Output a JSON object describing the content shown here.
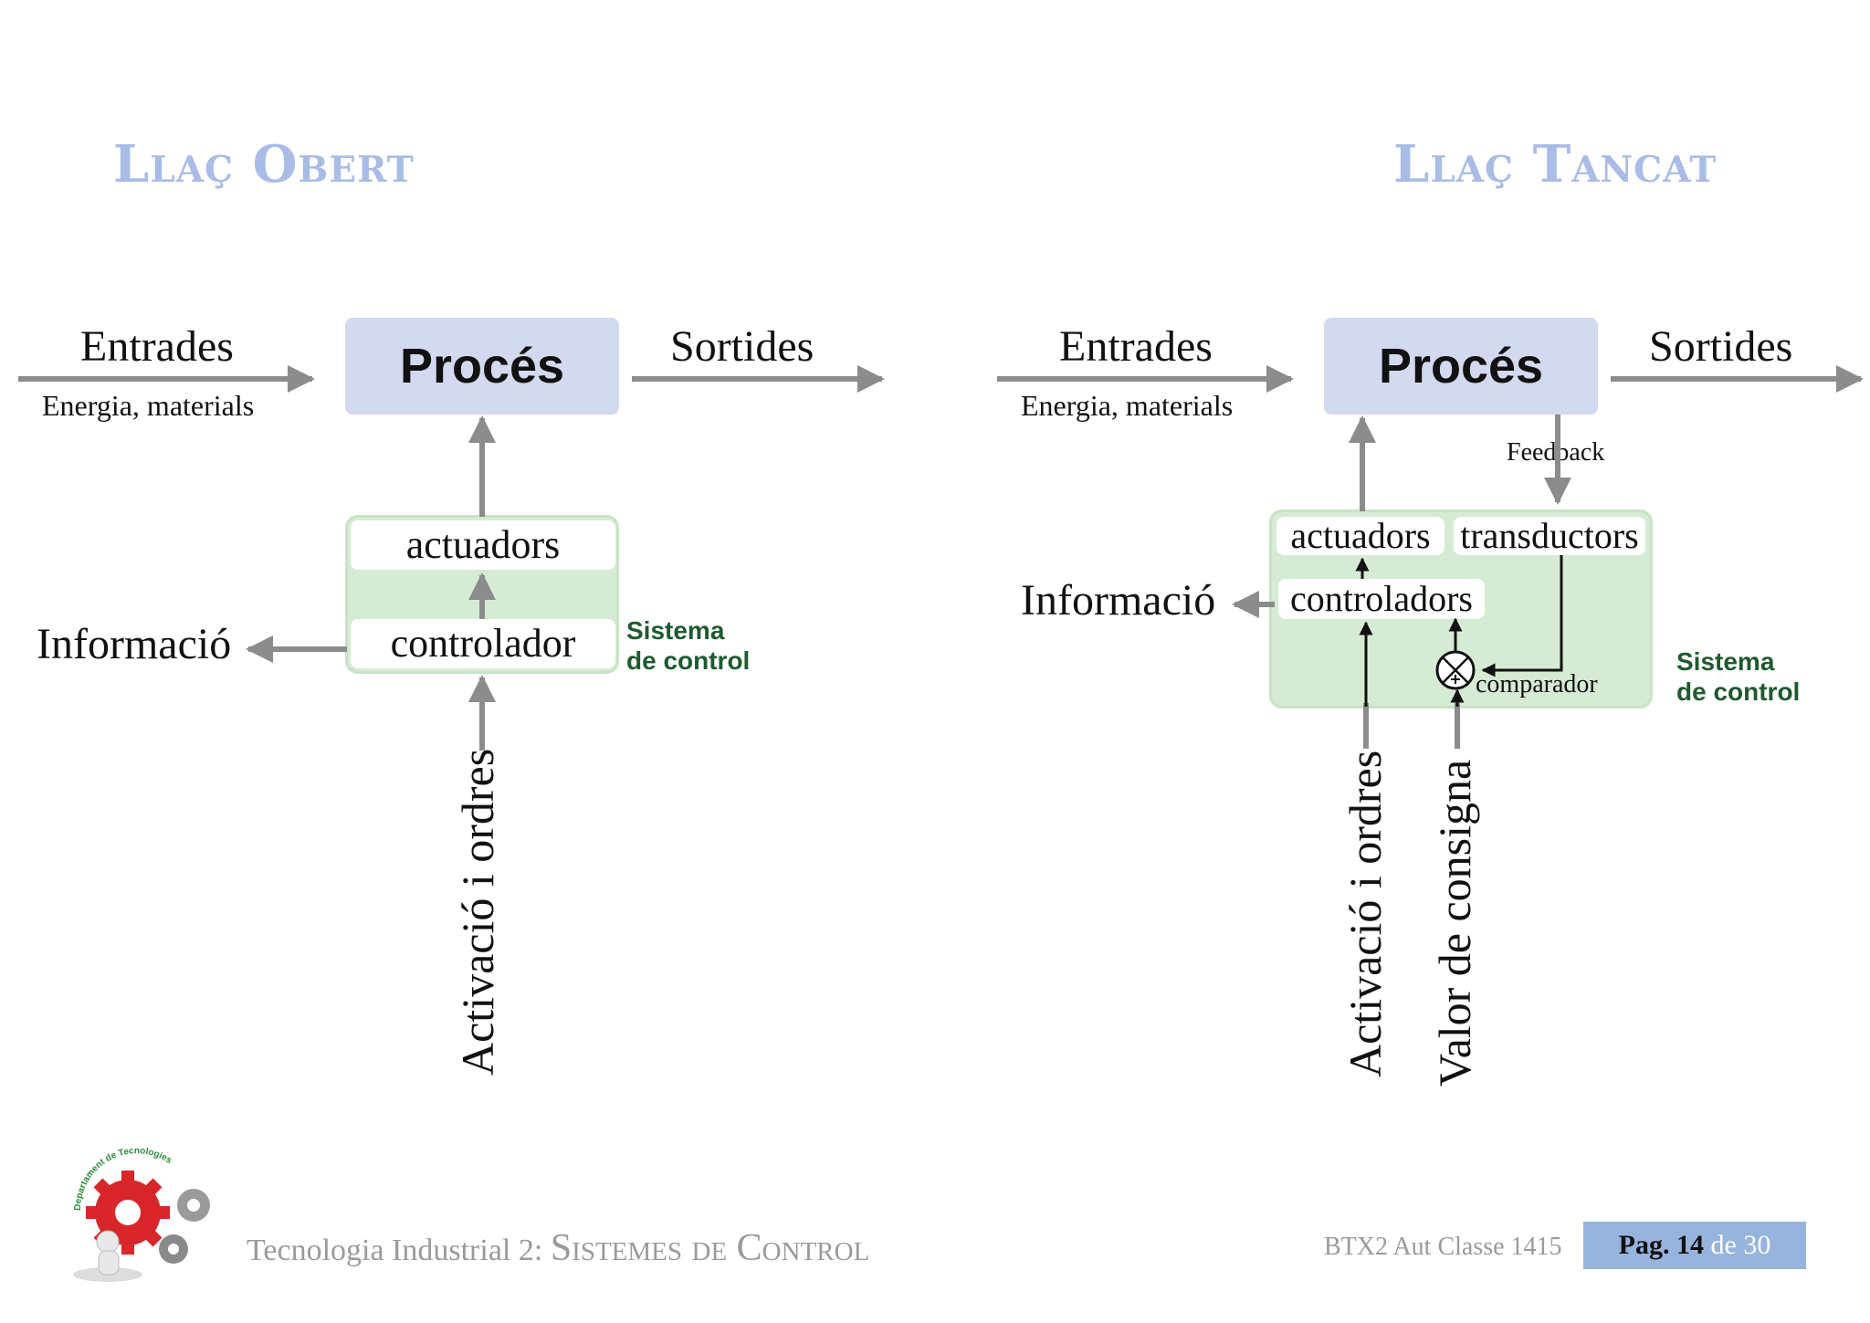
{
  "colors": {
    "title": "#a9bce6",
    "process_fill": "#d3d9ef",
    "green_fill": "#d6ebd4",
    "green_border": "#c9e3c7",
    "system_text": "#1e5a2e",
    "arrow_gray": "#8c8c8c",
    "footer_gray": "#9a9a9a",
    "page_box": "#96b4dd"
  },
  "open_loop": {
    "title": "Llaç Obert",
    "inputs_label": "Entrades",
    "inputs_sublabel": "Energia, materials",
    "process_label": "Procés",
    "outputs_label": "Sortides",
    "actuators_label": "actuadors",
    "controller_label": "controlador",
    "info_label": "Informació",
    "system_line1": "Sistema",
    "system_line2": "de control",
    "activation_label": "Activació i ordres"
  },
  "closed_loop": {
    "title": "Llaç Tancat",
    "inputs_label": "Entrades",
    "inputs_sublabel": "Energia, materials",
    "process_label": "Procés",
    "outputs_label": "Sortides",
    "feedback_label": "Feedback",
    "actuators_label": "actuadors",
    "transducers_label": "transductors",
    "controllers_label": "controladors",
    "info_label": "Informació",
    "comparator_label": "comparador",
    "system_line1": "Sistema",
    "system_line2": "de control",
    "activation_label": "Activació i ordres",
    "setpoint_label": "Valor de consigna"
  },
  "footer": {
    "logo_text": "Departament de Tecnologies",
    "course_prefix": "Tecnologia Industrial 2: ",
    "course_topic": "Sistemes de Control",
    "class_info": "BTX2 Aut Classe 1415",
    "page_prefix": "Pag.",
    "page_number": "14",
    "page_of": "de 30"
  }
}
